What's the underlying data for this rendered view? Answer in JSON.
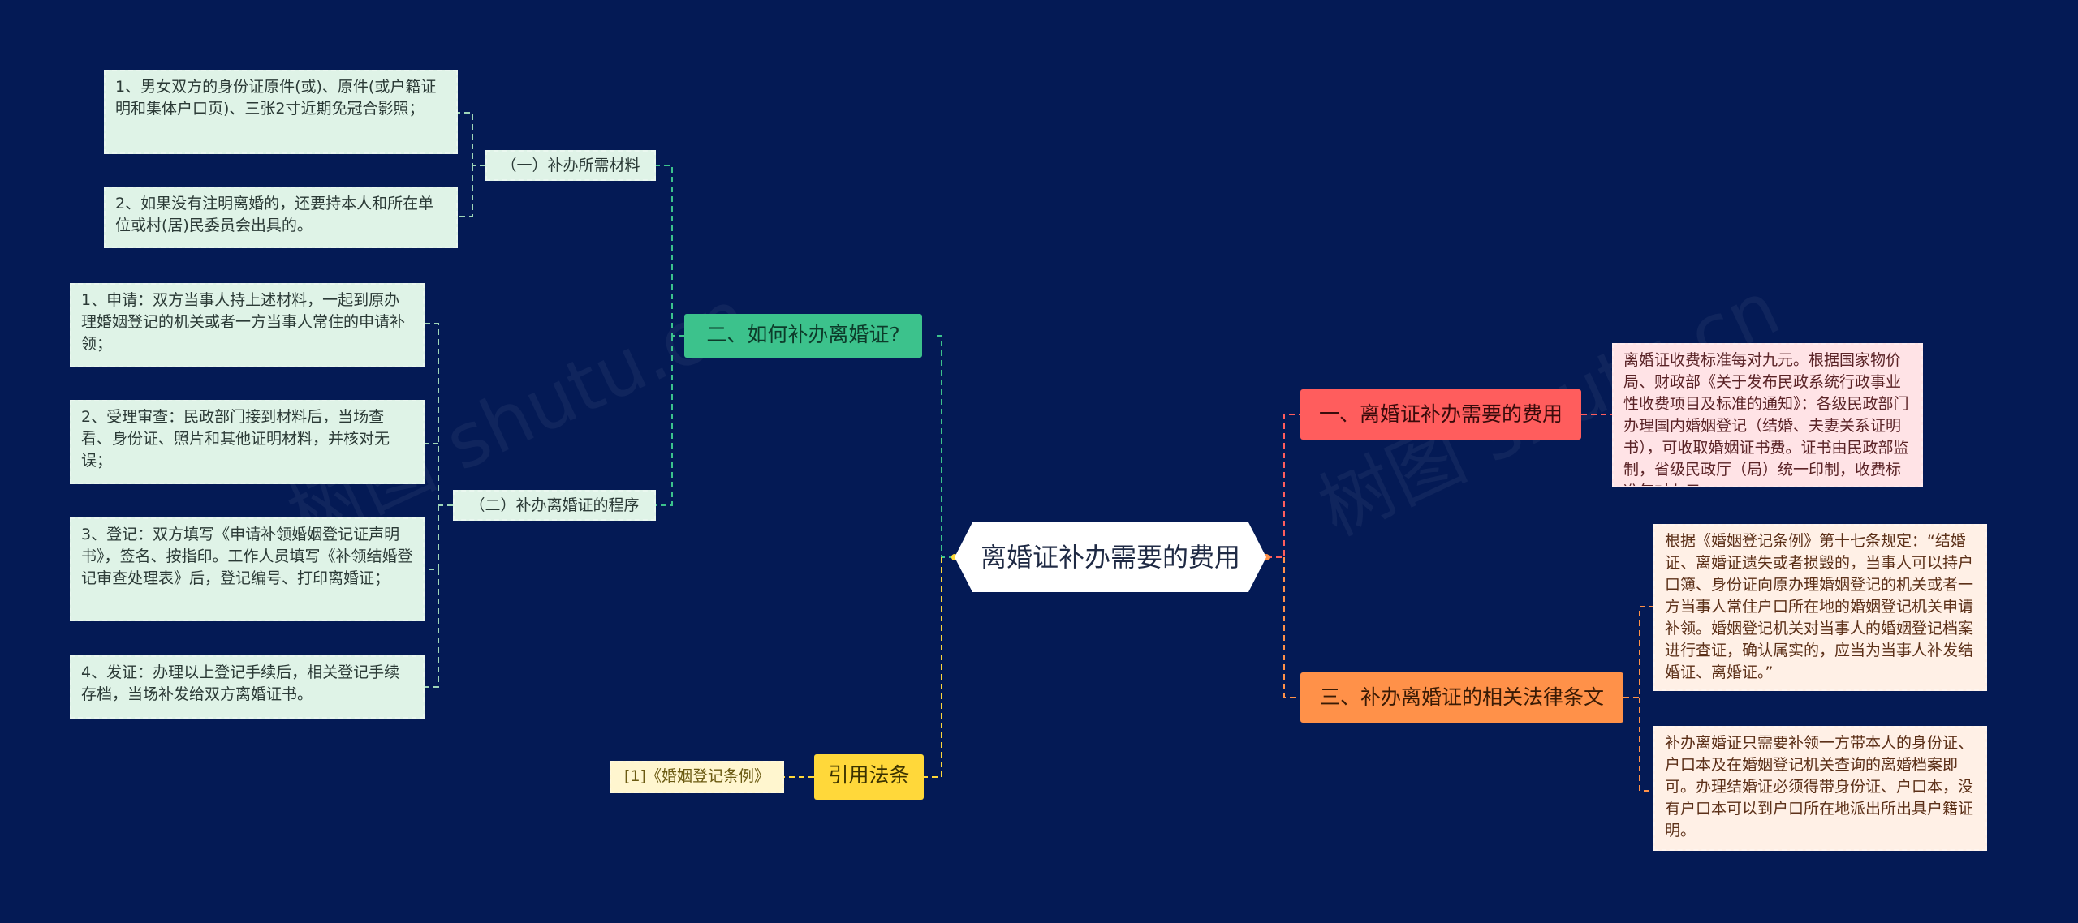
{
  "center": {
    "label": "离婚证补办需要的费用"
  },
  "left": {
    "branch_how": {
      "label": "二、如何补办离婚证?",
      "materials": {
        "label": "（一）补办所需材料",
        "items": [
          "1、男女双方的身份证原件(或)、原件(或户籍证明和集体户口页)、三张2寸近期免冠合影照；",
          "2、如果没有注明离婚的，还要持本人和所在单位或村(居)民委员会出具的。"
        ]
      },
      "procedure": {
        "label": "（二）补办离婚证的程序",
        "items": [
          "1、申请：双方当事人持上述材料，一起到原办理婚姻登记的机关或者一方当事人常住的申请补领；",
          "2、受理审查：民政部门接到材料后，当场查看、身份证、照片和其他证明材料，并核对无误；",
          "3、登记：双方填写《申请补领婚姻登记证声明书》，签名、按指印。工作人员填写《补领结婚登记审查处理表》后，登记编号、打印离婚证；",
          "4、发证：办理以上登记手续后，相关登记手续存档，当场补发给双方离婚证书。"
        ]
      }
    },
    "branch_ref": {
      "label": "引用法条",
      "items": [
        "[1]《婚姻登记条例》"
      ]
    }
  },
  "right": {
    "branch_fee": {
      "label": "一、离婚证补办需要的费用",
      "items": [
        "离婚证收费标准每对九元。根据国家物价局、财政部《关于发布民政系统行政事业性收费项目及标准的通知》：各级民政部门办理国内婚姻登记（结婚、夫妻关系证明书），可收取婚姻证书费。证书由民政部监制，省级民政厅（局）统一印制，收费标准每对九元。"
      ]
    },
    "branch_law": {
      "label": "三、补办离婚证的相关法律条文",
      "items": [
        "根据《婚姻登记条例》第十七条规定：“结婚证、离婚证遗失或者损毁的，当事人可以持户口簿、身份证向原办理婚姻登记的机关或者一方当事人常住户口所在地的婚姻登记机关申请补领。婚姻登记机关对当事人的婚姻登记档案进行查证，确认属实的，应当为当事人补发结婚证、离婚证。”",
        "补办离婚证只需要补领一方带本人的身份证、户口本及在婚姻登记机关查询的离婚档案即可。办理结婚证必须得带身份证、户口本，没有户口本可以到户口所在地派出所出具户籍证明。"
      ]
    }
  },
  "colors": {
    "background": "#041a55",
    "green": "#3cc28c",
    "yellow": "#ffd83a",
    "red": "#ff5d5d",
    "orange": "#ff9149"
  }
}
